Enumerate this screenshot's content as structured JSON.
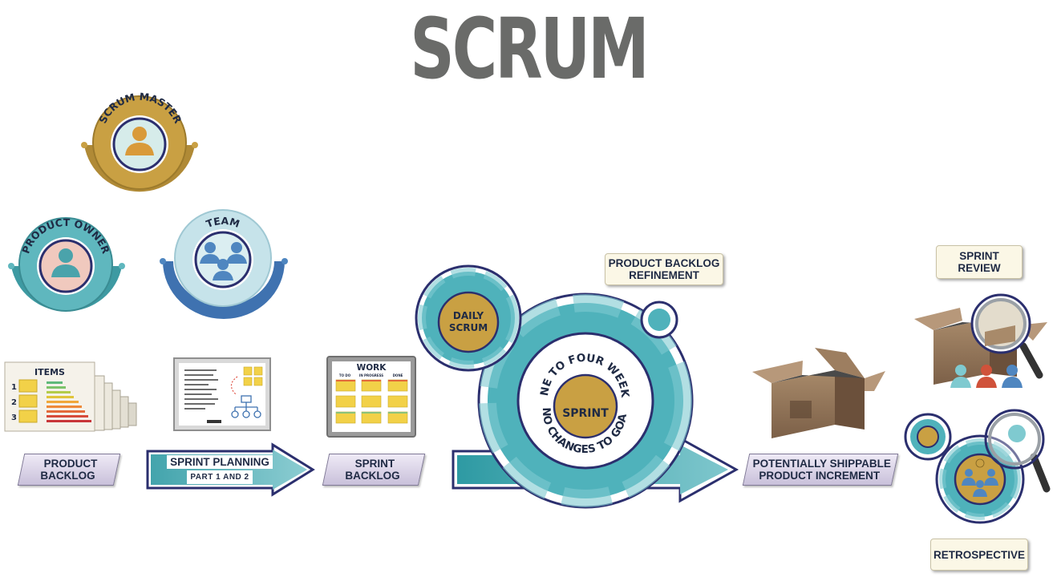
{
  "title": "SCRUM",
  "roles": {
    "scrum_master": "SCRUM MASTER",
    "product_owner": "PRODUCT OWNER",
    "team": "TEAM"
  },
  "artifacts": {
    "items_card": "ITEMS",
    "item_numbers": [
      "1",
      "2",
      "3"
    ],
    "work_board": "WORK",
    "work_columns": [
      "TO DO",
      "IN PROGRESS",
      "DONE"
    ]
  },
  "labels": {
    "product_backlog_1": "PRODUCT",
    "product_backlog_2": "BACKLOG",
    "sprint_planning_1": "SPRINT PLANNING",
    "sprint_planning_2": "PART 1 AND 2",
    "sprint_backlog_1": "SPRINT",
    "sprint_backlog_2": "BACKLOG",
    "daily_scrum_1": "DAILY",
    "daily_scrum_2": "SCRUM",
    "refinement_1": "PRODUCT BACKLOG",
    "refinement_2": "REFINEMENT",
    "sprint": "SPRINT",
    "sprint_ring_top": "ONE TO FOUR WEEKS",
    "sprint_ring_bottom": "NO CHANGES TO GOAL",
    "increment_1": "POTENTIALLY SHIPPABLE",
    "increment_2": "PRODUCT INCREMENT",
    "review_1": "SPRINT",
    "review_2": "REVIEW",
    "retrospective": "RETROSPECTIVE"
  },
  "colors": {
    "title": "#6a6b69",
    "gold": "#c9a043",
    "teal": "#5fb7be",
    "blue": "#4f86c0",
    "navy": "#2b2f6e",
    "label_text": "#1f2a44"
  }
}
